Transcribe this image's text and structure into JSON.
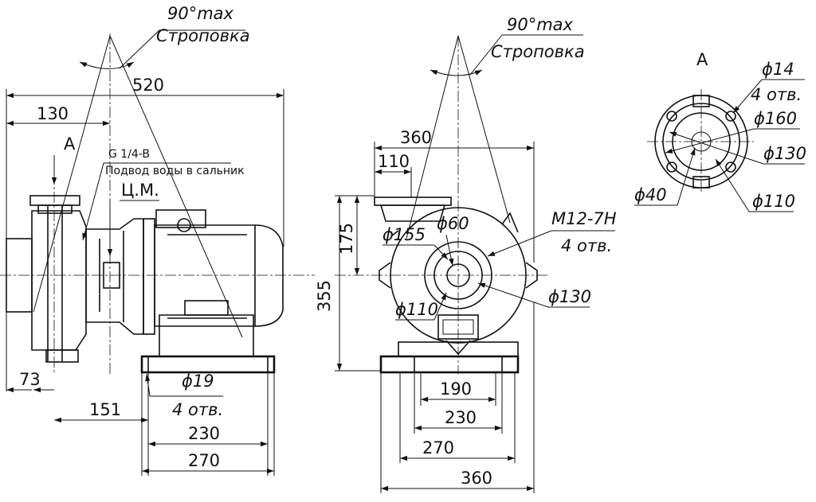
{
  "view_left": {
    "sling_angle": "90°max",
    "sling_label": "Строповка",
    "view_marker": "А",
    "thread": "G 1/4-B",
    "water_note": "Подвод воды в сальник",
    "cog": "Ц.М.",
    "dim_overall": "520",
    "dim_130": "130",
    "dim_73": "73",
    "dim_151": "151",
    "hole_dia": "ϕ19",
    "hole_count": "4 отв.",
    "dim_230": "230",
    "dim_270": "270"
  },
  "view_middle": {
    "sling_angle": "90°max",
    "sling_label": "Строповка",
    "dim_360_top": "360",
    "dim_110": "110",
    "dim_175": "175",
    "dim_355": "355",
    "dia_155": "ϕ155",
    "dia_60": "ϕ60",
    "thread": "M12-7H",
    "thread_count": "4 отв.",
    "dia_130": "ϕ130",
    "dia_110": "ϕ110",
    "dim_190": "190",
    "dim_230": "230",
    "dim_270": "270",
    "dim_360_bottom": "360"
  },
  "view_right": {
    "view_marker": "А",
    "dia_14": "ϕ14",
    "hole_count": "4 отв.",
    "dia_160": "ϕ160",
    "dia_130": "ϕ130",
    "dia_40": "ϕ40",
    "dia_110": "ϕ110"
  }
}
